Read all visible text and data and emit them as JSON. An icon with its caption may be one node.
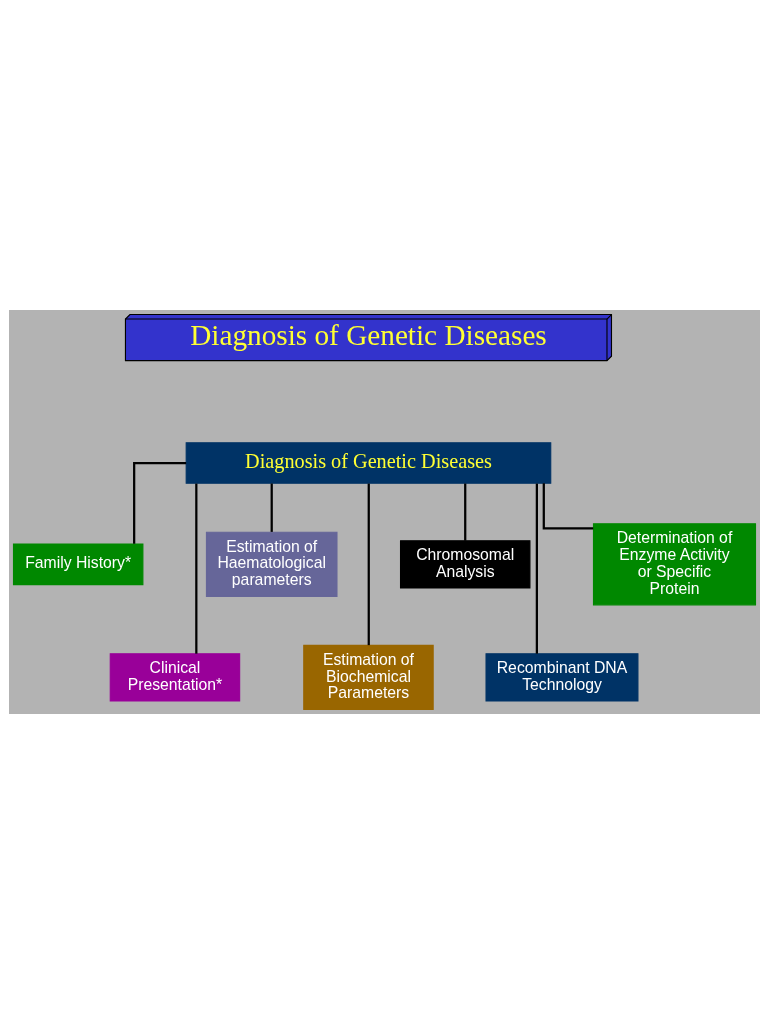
{
  "diagram": {
    "nodes": [
      {
        "text": [
          "Diagnosis of Genetic Diseases"
        ]
      },
      {
        "text": [
          "Diagnosis of Genetic Diseases"
        ]
      },
      {
        "text": [
          "Family History*"
        ]
      },
      {
        "text": [
          "Clinical Presentation*"
        ]
      },
      {
        "text": [
          "Estimation of Haematological parameters"
        ]
      },
      {
        "text": [
          "Estimation of Biochemical Parameters"
        ]
      },
      {
        "text": [
          "Chromosomal Analysis"
        ]
      },
      {
        "text": [
          "Recombinant DNA Technology"
        ]
      },
      {
        "text": [
          "Determination of Enzyme Activity or Specific Protein"
        ]
      }
    ],
    "edges": [
      {
        "from": 1,
        "to": 2,
        "arrow": "none"
      },
      {
        "from": 1,
        "to": 3,
        "arrow": "none"
      },
      {
        "from": 1,
        "to": 4,
        "arrow": "none"
      },
      {
        "from": 1,
        "to": 5,
        "arrow": "none"
      },
      {
        "from": 1,
        "to": 6,
        "arrow": "none"
      },
      {
        "from": 1,
        "to": 7,
        "arrow": "none"
      },
      {
        "from": 1,
        "to": 8,
        "arrow": "none"
      }
    ]
  }
}
